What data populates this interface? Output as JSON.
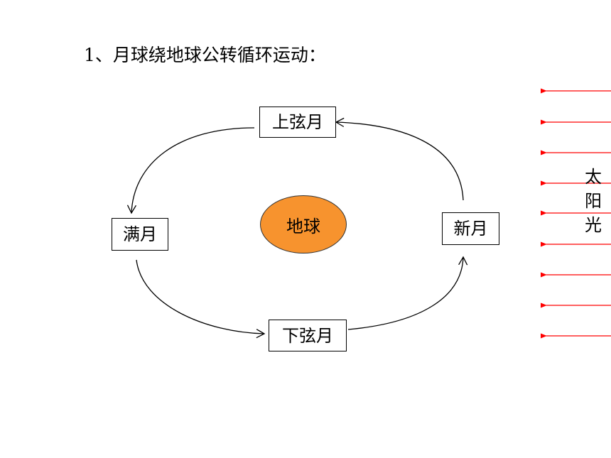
{
  "title": "1、月球绕地球公转循环运动：",
  "phases": {
    "first_quarter": "上弦月",
    "full_moon": "满月",
    "last_quarter": "下弦月",
    "new_moon": "新月"
  },
  "earth_label": "地球",
  "sunlight_label": [
    "太",
    "阳",
    "光"
  ],
  "colors": {
    "earth_fill": "#f7932e",
    "sun_ray": "#ff0000",
    "line": "#000000"
  }
}
